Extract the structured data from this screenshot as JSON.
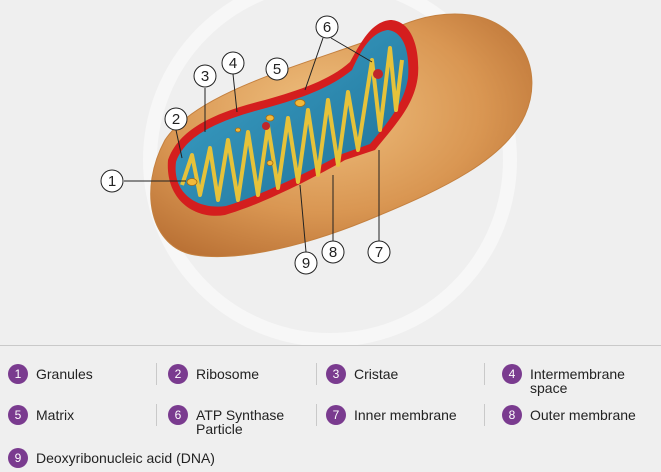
{
  "diagram": {
    "callouts": [
      "1",
      "2",
      "3",
      "4",
      "5",
      "6",
      "7",
      "8",
      "9"
    ]
  },
  "legend": {
    "items": [
      {
        "number": "1",
        "label": "Granules"
      },
      {
        "number": "2",
        "label": "Ribosome"
      },
      {
        "number": "3",
        "label": "Cristae"
      },
      {
        "number": "4",
        "label": "Intermembrane\nspace"
      },
      {
        "number": "5",
        "label": "Matrix"
      },
      {
        "number": "6",
        "label": "ATP Synthase\nParticle"
      },
      {
        "number": "7",
        "label": "Inner membrane"
      },
      {
        "number": "8",
        "label": "Outer membrane"
      },
      {
        "number": "9",
        "label": "Deoxyribonucleic acid (DNA)"
      }
    ]
  },
  "colors": {
    "badge": "#7a3b8f",
    "outer_membrane": "#d9995a",
    "inner_membrane_edge": "#d41e1e",
    "matrix": "#2f8fb3",
    "cristae": "#e6c23a"
  }
}
